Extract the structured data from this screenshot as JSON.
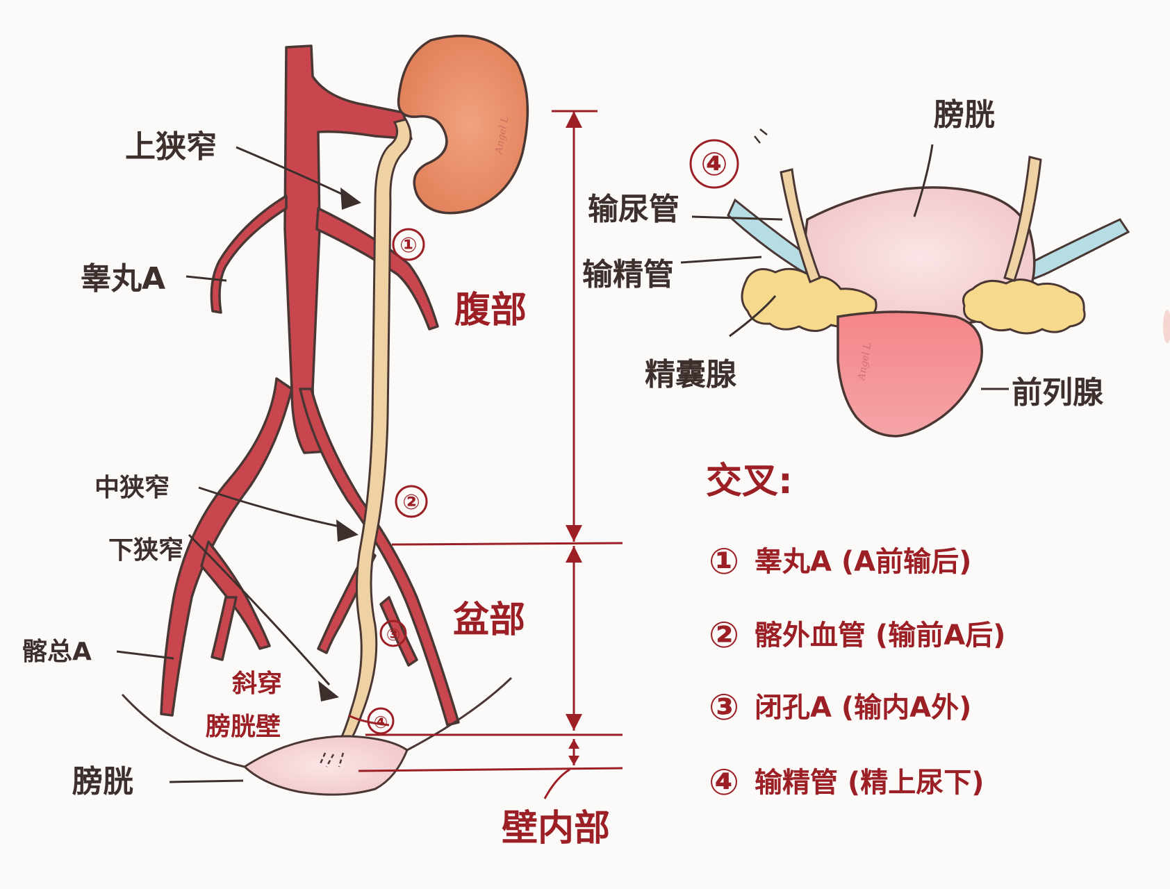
{
  "left_diagram": {
    "labels": {
      "upper_narrow": "上狭窄",
      "testicular_a": "睾丸A",
      "abdominal_part": "腹部",
      "middle_narrow": "中狭窄",
      "lower_narrow": "下狭窄",
      "pelvic_part": "盆部",
      "common_iliac_a": "髂总A",
      "oblique_through": "斜穿",
      "bladder_wall": "膀胱壁",
      "bladder": "膀胱",
      "intramural_part": "壁内部",
      "signature": "Angel L"
    },
    "markers": [
      "①",
      "②",
      "③",
      "④"
    ]
  },
  "right_diagram": {
    "marker": "④",
    "labels": {
      "bladder": "膀胱",
      "ureter": "输尿管",
      "vas_deferens": "输精管",
      "seminal_vesicle": "精囊腺",
      "prostate": "前列腺",
      "signature": "Angel L"
    }
  },
  "crossings": {
    "title": "交叉:",
    "items": [
      {
        "marker": "①",
        "text": "睾丸A (A前输后)"
      },
      {
        "marker": "②",
        "text": "髂外血管 (输前A后)"
      },
      {
        "marker": "③",
        "text": "闭孔A (输内A外)"
      },
      {
        "marker": "④",
        "text": "输精管 (精上尿下)"
      }
    ]
  },
  "colors": {
    "artery": "#c9464f",
    "artery_outline": "#4a3734",
    "kidney": "#e98f69",
    "ureter": "#efd2a4",
    "bladder": "#f4c9c4",
    "prostate": "#f08585",
    "seminal_vesicle": "#f6d98d",
    "vas_deferens": "#b6dde4",
    "annotation_red": "#9b1f24",
    "ink": "#3d2f2c"
  }
}
